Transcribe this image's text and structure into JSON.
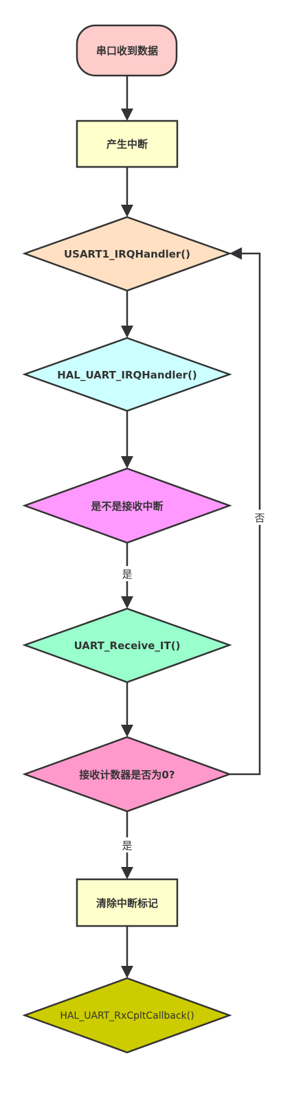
{
  "nodes": {
    "start": {
      "label": "串口收到数据",
      "fill": "#FFCCCC"
    },
    "interrupt": {
      "label": "产生中断",
      "fill": "#FFFFCC"
    },
    "usart_handler": {
      "label": "USART1_IRQHandler()",
      "fill": "#FFE0C2"
    },
    "hal_handler": {
      "label": "HAL_UART_IRQHandler()",
      "fill": "#CCFFFF"
    },
    "is_rx": {
      "label": "是不是接收中断",
      "fill": "#FF99FF"
    },
    "receive_it": {
      "label": "UART_Receive_IT()",
      "fill": "#99FFCC"
    },
    "count_zero": {
      "label": "接收计数器是否为0?",
      "fill": "#FF99CC"
    },
    "clear_flag": {
      "label": "清除中断标记",
      "fill": "#FFFFCC"
    },
    "callback": {
      "label": "HAL_UART_RxCpltCallback()",
      "fill": "#CCCC00"
    }
  },
  "edges": {
    "yes_1": "是",
    "yes_2": "是",
    "no": "否"
  },
  "colors": {
    "stroke": "#333333",
    "text": "#333333"
  }
}
